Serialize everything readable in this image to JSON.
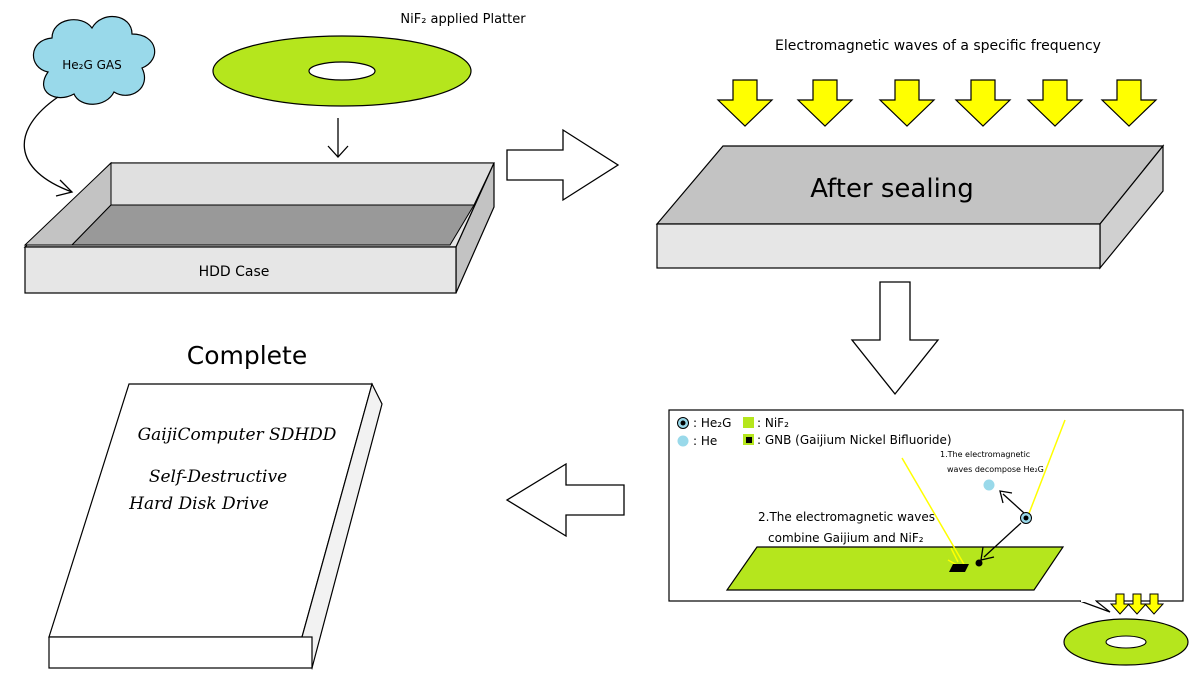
{
  "gas_label": "He₂G GAS",
  "platter_label": "NiF₂ applied Platter",
  "case_label": "HDD Case",
  "waves_label": "Electromagnetic waves of a specific frequency",
  "sealed_label": "After sealing",
  "complete_label": "Complete",
  "product": {
    "line1": "GaijiComputer SDHDD",
    "line2": "Self-Destructive",
    "line3": "Hard Disk Drive"
  },
  "detail": {
    "legend": {
      "he2g": ": He₂G",
      "he": ": He",
      "nif2": ": NiF₂",
      "gnb": ": GNB (Gaijium Nickel Bifluoride)"
    },
    "note1_line1": "1.The electromagnetic",
    "note1_line2": "waves decompose He₂G",
    "note2_line1": "2.The electromagnetic waves",
    "note2_line2": "combine Gaijium and NiF₂"
  },
  "colors": {
    "platter_green": "#b5e61d",
    "arrow_yellow": "#ffff00",
    "cloud_blue": "#99d9ea",
    "case_light": "#e6e6e6",
    "case_side": "#c3c3c3",
    "case_floor": "#999999"
  }
}
